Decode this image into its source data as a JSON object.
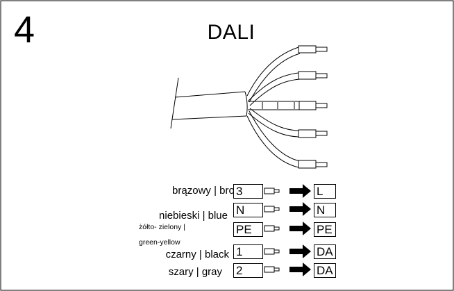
{
  "step_number": "4",
  "title": "DALI",
  "wires": [
    {
      "label": "brązowy | brown",
      "source": "3",
      "target": "L"
    },
    {
      "label": "niebieski | blue",
      "source": "N",
      "target": "N"
    },
    {
      "label": "żółto- zielony | green-yellow",
      "label_line1": "żółto- zielony |",
      "label_line2": "green-yellow",
      "source": "PE",
      "target": "PE"
    },
    {
      "label": "czarny | black",
      "source": "1",
      "target": "DA"
    },
    {
      "label": "szary | gray",
      "source": "2",
      "target": "DA"
    }
  ]
}
